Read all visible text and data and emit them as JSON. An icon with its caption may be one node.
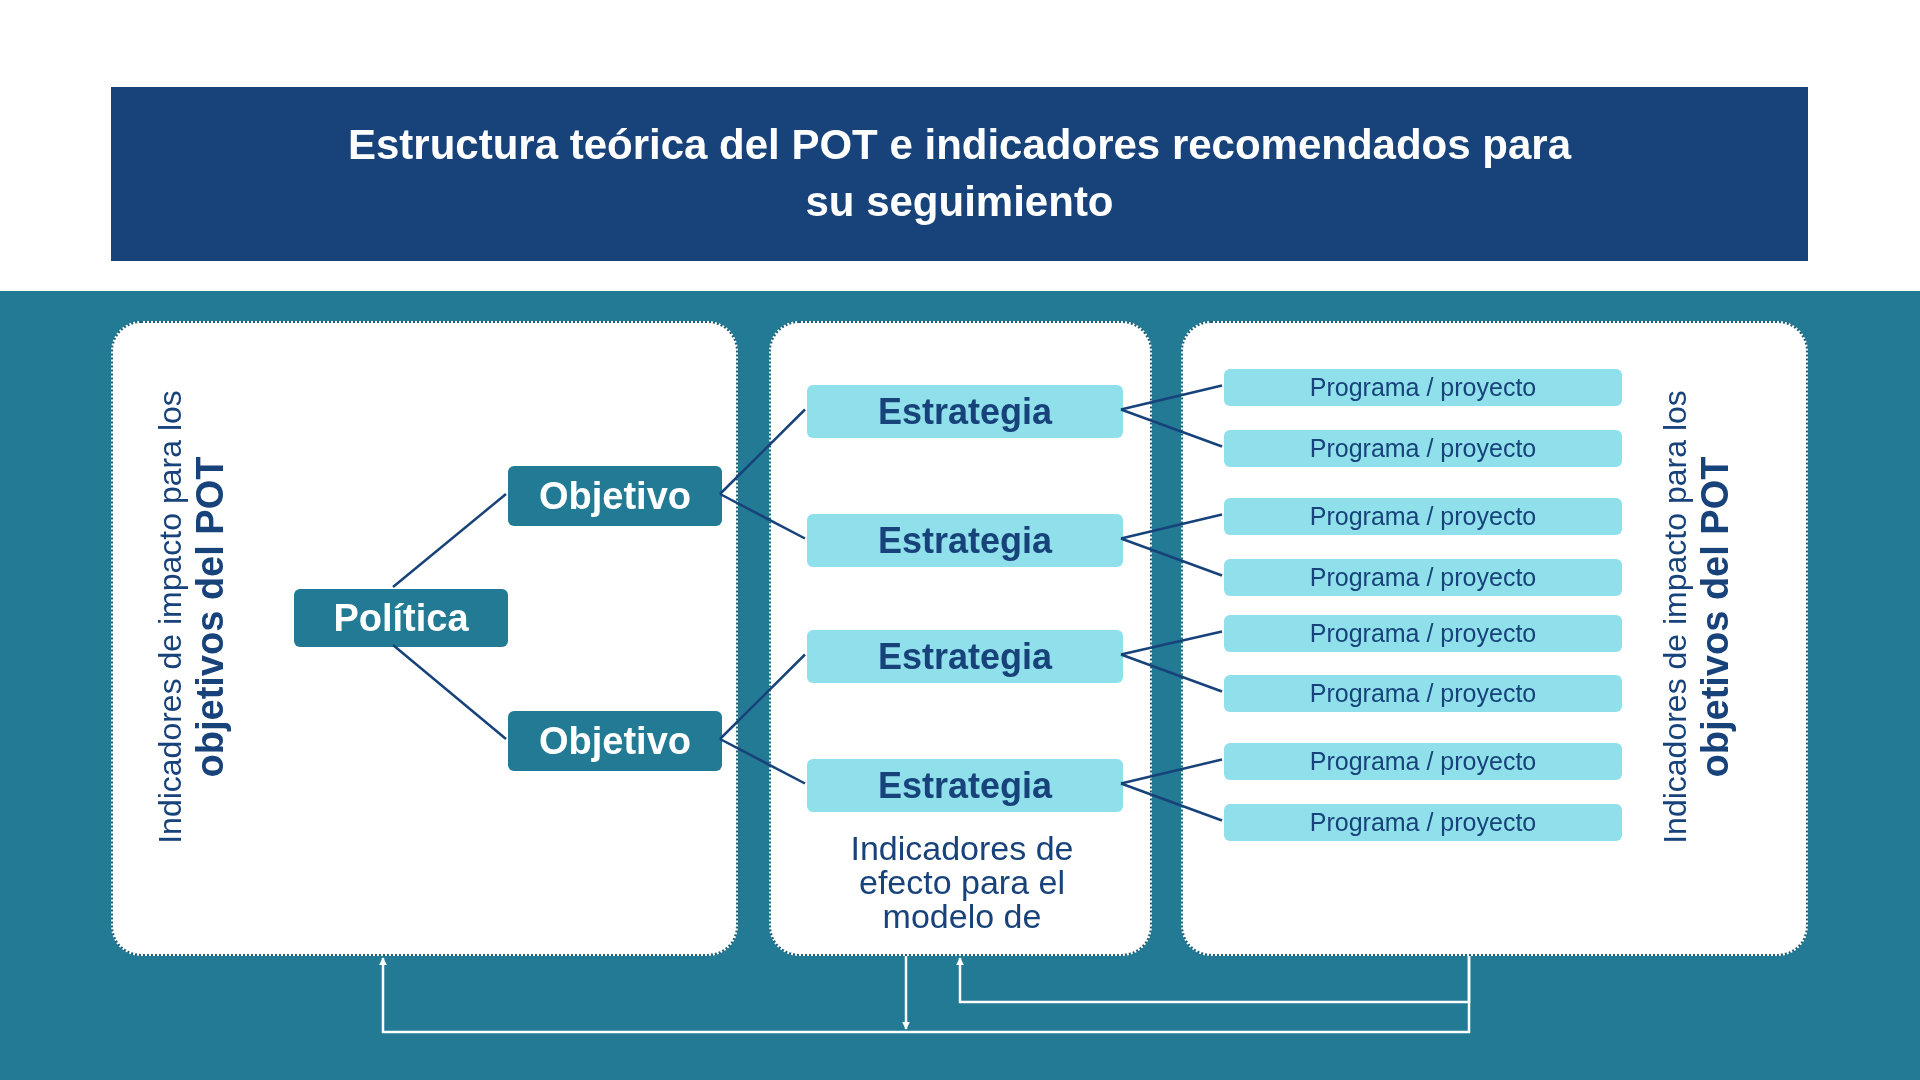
{
  "diagram": {
    "title": "Estructura teórica del POT e indicadores recomendados para su seguimiento",
    "nodes": [
      {
        "text": [
          "Indicadores de impacto para los **objetivos del POT**"
        ]
      },
      {
        "text": [
          "Política"
        ],
        "in": 0
      },
      {
        "text": [
          "Objetivo"
        ],
        "in": 0
      },
      {
        "text": [
          "Objetivo"
        ],
        "in": 0
      },
      {
        "text": [
          "Indicadores de efecto para el modelo de"
        ]
      },
      {
        "text": [
          "Estrategia"
        ],
        "in": 4
      },
      {
        "text": [
          "Estrategia"
        ],
        "in": 4
      },
      {
        "text": [
          "Estrategia"
        ],
        "in": 4
      },
      {
        "text": [
          "Estrategia"
        ],
        "in": 4
      },
      {
        "text": [
          "Indicadores de impacto para los **objetivos del POT**"
        ]
      },
      {
        "text": [
          "Programa / proyecto"
        ],
        "in": 9
      },
      {
        "text": [
          "Programa / proyecto"
        ],
        "in": 9
      },
      {
        "text": [
          "Programa / proyecto"
        ],
        "in": 9
      },
      {
        "text": [
          "Programa / proyecto"
        ],
        "in": 9
      },
      {
        "text": [
          "Programa / proyecto"
        ],
        "in": 9
      },
      {
        "text": [
          "Programa / proyecto"
        ],
        "in": 9
      },
      {
        "text": [
          "Programa / proyecto"
        ],
        "in": 9
      },
      {
        "text": [
          "Programa / proyecto"
        ],
        "in": 9
      }
    ],
    "edges": [
      {
        "from": 1,
        "to": 2,
        "arrow": "none"
      },
      {
        "from": 1,
        "to": 3,
        "arrow": "none"
      },
      {
        "from": 2,
        "to": 5,
        "arrow": "none"
      },
      {
        "from": 2,
        "to": 6,
        "arrow": "none"
      },
      {
        "from": 3,
        "to": 7,
        "arrow": "none"
      },
      {
        "from": 3,
        "to": 8,
        "arrow": "none"
      },
      {
        "from": 5,
        "to": 10,
        "arrow": "none"
      },
      {
        "from": 5,
        "to": 11,
        "arrow": "none"
      },
      {
        "from": 6,
        "to": 12,
        "arrow": "none"
      },
      {
        "from": 6,
        "to": 13,
        "arrow": "none"
      },
      {
        "from": 7,
        "to": 14,
        "arrow": "none"
      },
      {
        "from": 7,
        "to": 15,
        "arrow": "none"
      },
      {
        "from": 8,
        "to": 16,
        "arrow": "none"
      },
      {
        "from": 8,
        "to": 17,
        "arrow": "none"
      },
      {
        "from": 9,
        "to": 0,
        "arrow": "to",
        "color": "#ffffff"
      },
      {
        "from": 9,
        "to": 4,
        "arrow": "to",
        "color": "#ffffff"
      },
      {
        "from": 4,
        "to": null,
        "arrow": "to",
        "color": "#ffffff"
      }
    ]
  }
}
